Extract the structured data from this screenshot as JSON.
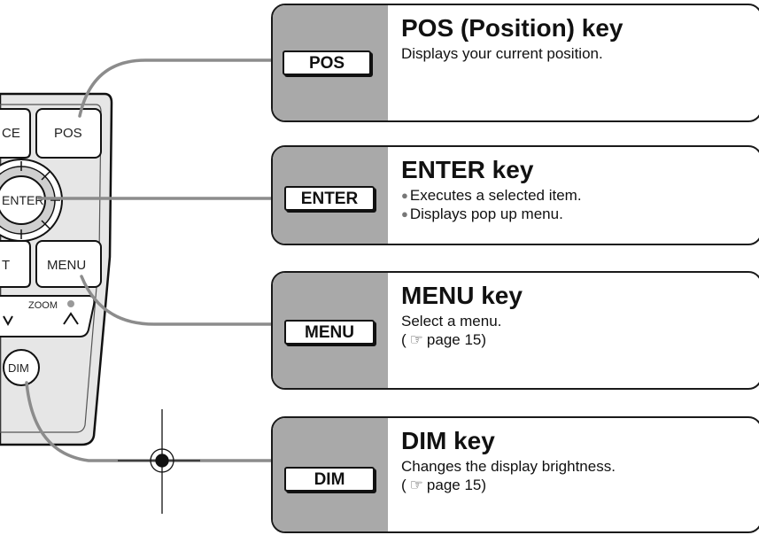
{
  "remote": {
    "labels": {
      "ce": "CE",
      "pos": "POS",
      "enter": "ENTER",
      "t": "T",
      "menu": "MENU",
      "zoom": "ZOOM",
      "dim": "DIM"
    }
  },
  "panels": {
    "pos": {
      "key": "POS",
      "title": "POS (Position) key",
      "desc": "Displays your current position."
    },
    "enter": {
      "key": "ENTER",
      "title": "ENTER key",
      "bullets": [
        "Executes a selected item.",
        "Displays pop up menu."
      ]
    },
    "menu": {
      "key": "MENU",
      "title": "MENU key",
      "desc": "Select a menu.",
      "ref_open": "(",
      "ref_page": "page 15)"
    },
    "dim": {
      "key": "DIM",
      "title": "DIM key",
      "desc": "Changes the display brightness.",
      "ref_open": "(",
      "ref_page": "page 15)"
    }
  },
  "colors": {
    "panel_gray": "#a9a9a9",
    "leader_gray": "#8c8c8c",
    "remote_body": "#e6e6e6"
  },
  "icons": [
    "hand-pointer-icon",
    "registration-mark-icon",
    "zoom-up-arrow-icon",
    "zoom-down-arrow-icon"
  ]
}
